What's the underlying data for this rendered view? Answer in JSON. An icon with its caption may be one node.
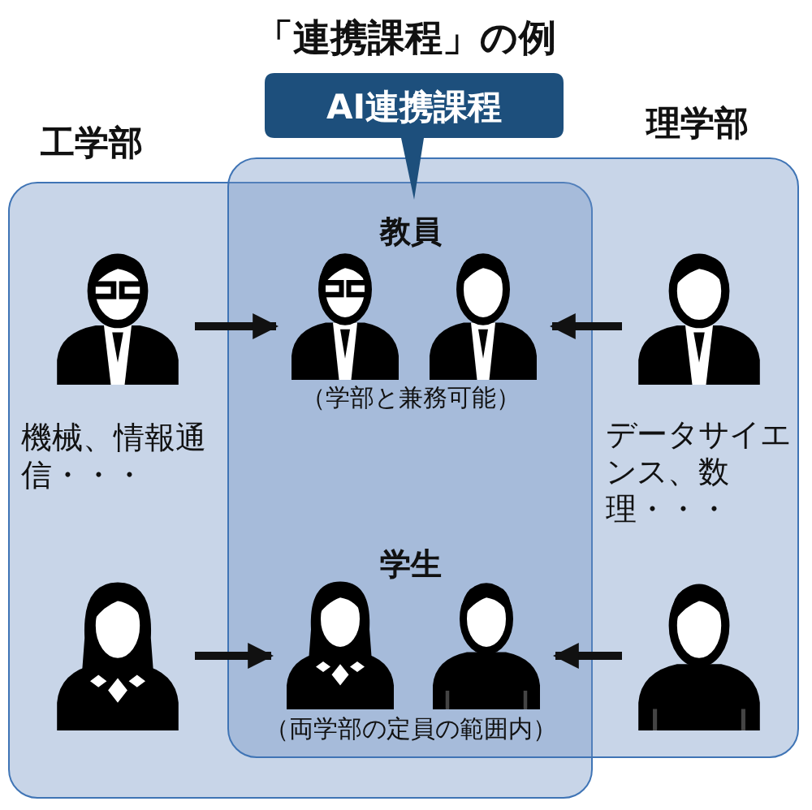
{
  "diagram": {
    "title": "「連携課程」の例",
    "nodes": [
      {
        "text": [
          "工学部",
          "機械、情報通信・・・"
        ]
      },
      {
        "text": [
          "理学部",
          "データサイエンス、数理・・・"
        ]
      },
      {
        "text": [
          "AI連携課程"
        ]
      },
      {
        "text": [],
        "shape": "person",
        "in": 0
      },
      {
        "text": [],
        "shape": "person"
      },
      {
        "text": [],
        "shape": "person"
      },
      {
        "text": [],
        "shape": "person",
        "in": 1
      },
      {
        "text": [],
        "shape": "person",
        "in": 0
      },
      {
        "text": [],
        "shape": "person"
      },
      {
        "text": [],
        "shape": "person"
      },
      {
        "text": [],
        "shape": "person",
        "in": 1
      }
    ],
    "edges": [
      {
        "from": 3,
        "to": 4,
        "arrow": "to"
      },
      {
        "from": 6,
        "to": 5,
        "arrow": "to"
      },
      {
        "from": 7,
        "to": 8,
        "arrow": "to"
      },
      {
        "from": 10,
        "to": 9,
        "arrow": "to"
      }
    ],
    "labels": [
      "教員",
      "（学部と兼務可能）",
      "学生",
      "（両学部の定員の範囲内）"
    ]
  }
}
